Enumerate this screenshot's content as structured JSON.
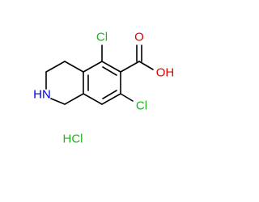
{
  "colors": {
    "bond": "#000000",
    "chlorine": "#1db31d",
    "oxygen": "#e00000",
    "nitrogen": "#0000e0"
  },
  "labels": {
    "cl_top": "Cl",
    "cl_bottom": "Cl",
    "oxygen_double": "O",
    "hydroxyl": "OH",
    "amine": "HN",
    "salt": "HCl"
  }
}
